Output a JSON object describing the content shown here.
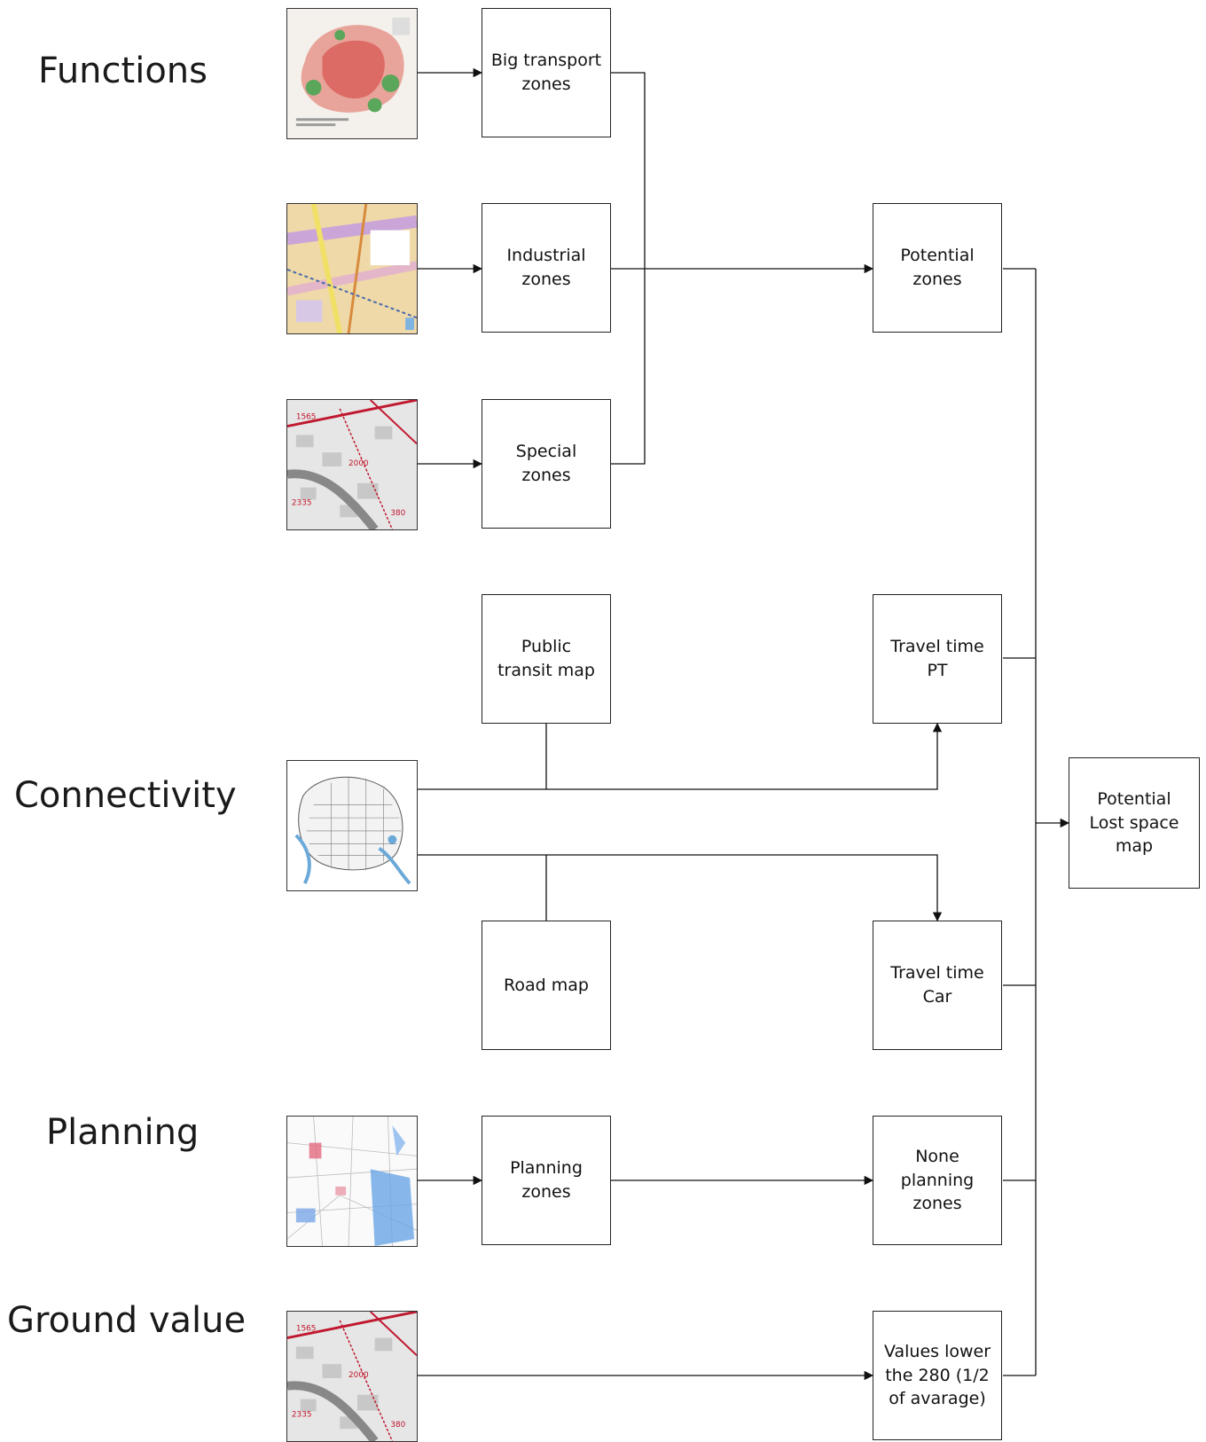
{
  "sections": {
    "functions": "Functions",
    "connectivity": "Connectivity",
    "planning": "Planning",
    "ground_value": "Ground value"
  },
  "boxes": {
    "big_transport": "Big transport\nzones",
    "industrial": "Industrial\nzones",
    "special": "Special\nzones",
    "public_transit": "Public\ntransit map",
    "road_map": "Road map",
    "planning_zones": "Planning\nzones",
    "potential_zones": "Potential\nzones",
    "travel_pt": "Travel time\nPT",
    "travel_car": "Travel time\nCar",
    "none_planning": "None\nplanning\nzones",
    "values_lower": "Values lower\nthe  280 (1/2\nof avarage)",
    "lost_space": "Potential\nLost space\nmap"
  },
  "thumbnails": [
    {
      "name": "berlin-land-use-map-thumbnail",
      "accent": "#d9534f"
    },
    {
      "name": "industrial-area-map-thumbnail",
      "accent": "#e8c27a"
    },
    {
      "name": "special-zones-map-thumbnail",
      "accent": "#c0182f"
    },
    {
      "name": "berlin-districts-map-thumbnail",
      "accent": "#6aa9d8"
    },
    {
      "name": "planning-areas-map-thumbnail",
      "accent": "#4a90d9"
    },
    {
      "name": "ground-value-map-thumbnail",
      "accent": "#c0182f"
    }
  ]
}
